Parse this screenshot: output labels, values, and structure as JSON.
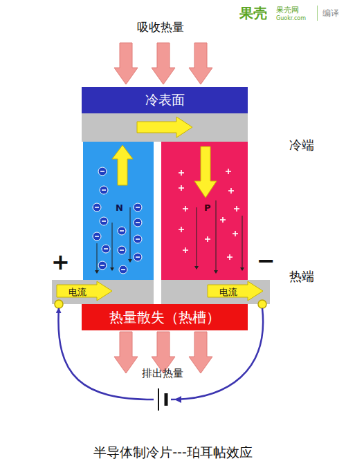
{
  "diagram": {
    "caption": "半导体制冷片---珀耳帖效应",
    "nodes": [
      {
        "text": [
          "冷表面"
        ]
      },
      {
        "text": [
          "N"
        ]
      },
      {
        "text": [
          "P"
        ]
      },
      {
        "text": [
          "电流"
        ]
      },
      {
        "text": [
          "电流"
        ]
      },
      {
        "text": [
          "热量散失（热槽）"
        ]
      }
    ],
    "edges": [
      {
        "from": 4,
        "to": 3,
        "arrow": "to"
      }
    ],
    "labels": [
      "吸收热量",
      "冷端",
      "+",
      "−",
      "热端",
      "排出热量",
      "果壳",
      "果壳网",
      "Guokr.com",
      "编译"
    ]
  }
}
